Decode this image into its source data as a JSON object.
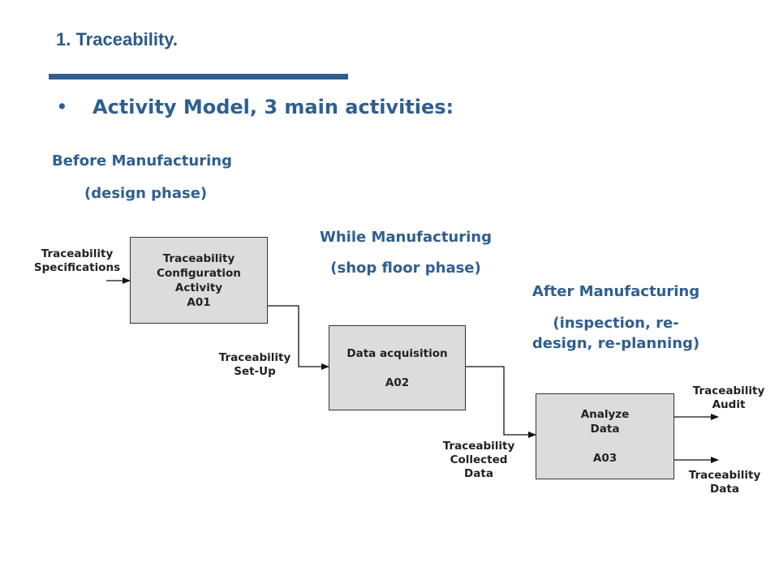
{
  "slide": {
    "title": "1. Traceability.",
    "bullet_symbol": "•",
    "bullet_text": "Activity Model, 3 main activities:"
  },
  "phases": {
    "before": {
      "line1": "Before Manufacturing",
      "line2": "(design phase)"
    },
    "while": {
      "line1": "While Manufacturing",
      "line2": "(shop floor phase)"
    },
    "after": {
      "line1": "After Manufacturing",
      "line2": "(inspection, re-",
      "line3": "design, re-planning)"
    }
  },
  "activities": {
    "a01": {
      "line1": "Traceability",
      "line2": "Configuration",
      "line3": "Activity",
      "code": "A01"
    },
    "a02": {
      "line1": "Data acquisition",
      "code": "A02"
    },
    "a03": {
      "line1": "Analyze",
      "line2": "Data",
      "code": "A03"
    }
  },
  "flows": {
    "specifications": {
      "line1": "Traceability",
      "line2": "Specifications"
    },
    "setup": {
      "line1": "Traceability",
      "line2": "Set-Up"
    },
    "collected": {
      "line1": "Traceability",
      "line2": "Collected",
      "line3": "Data"
    },
    "audit": {
      "line1": "Traceability",
      "line2": "Audit"
    },
    "data": {
      "line1": "Traceability",
      "line2": "Data"
    }
  },
  "colors": {
    "accent": "#2f5f8f",
    "box_fill": "#dcdcdc"
  }
}
